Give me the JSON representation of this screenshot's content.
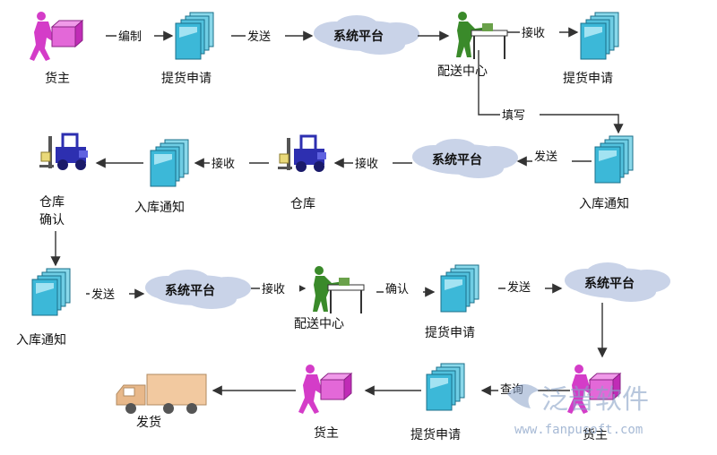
{
  "colors": {
    "doc_front": "#3cb8d8",
    "doc_back": "#8ad8ea",
    "cloud": "#c9d3e8",
    "magenta": "#d43cc8",
    "forklift": "#2d2fb0",
    "worker": "#3a8a2a",
    "truck": "#f2c9a0",
    "arrow": "#333333",
    "watermark": "#8aa3c8"
  },
  "row1": {
    "owner": "货主",
    "doc1": "提货申请",
    "platform": "系统平台",
    "center": "配送中心",
    "doc2": "提货申请",
    "e_make": "编制",
    "e_send": "发送",
    "e_recv": "接收",
    "e_fill": "填写"
  },
  "row2": {
    "warehouse_confirm": "仓库",
    "confirm2": "确认",
    "doc": "入库通知",
    "warehouse": "仓库",
    "platform": "系统平台",
    "notice": "入库通知",
    "e_recv1": "接收",
    "e_recv2": "接收",
    "e_send": "发送"
  },
  "row3": {
    "notice": "入库通知",
    "platform1": "系统平台",
    "center": "配送中心",
    "doc": "提货申请",
    "platform2": "系统平台",
    "e_send1": "发送",
    "e_recv": "接收",
    "e_confirm": "确认",
    "e_send2": "发送"
  },
  "row4": {
    "ship": "发货",
    "owner": "货主",
    "doc": "提货申请",
    "owner2": "货主",
    "e_query": "查询"
  },
  "watermark": {
    "brand": "泛普软件",
    "url": "www.fanpusoft.com"
  }
}
